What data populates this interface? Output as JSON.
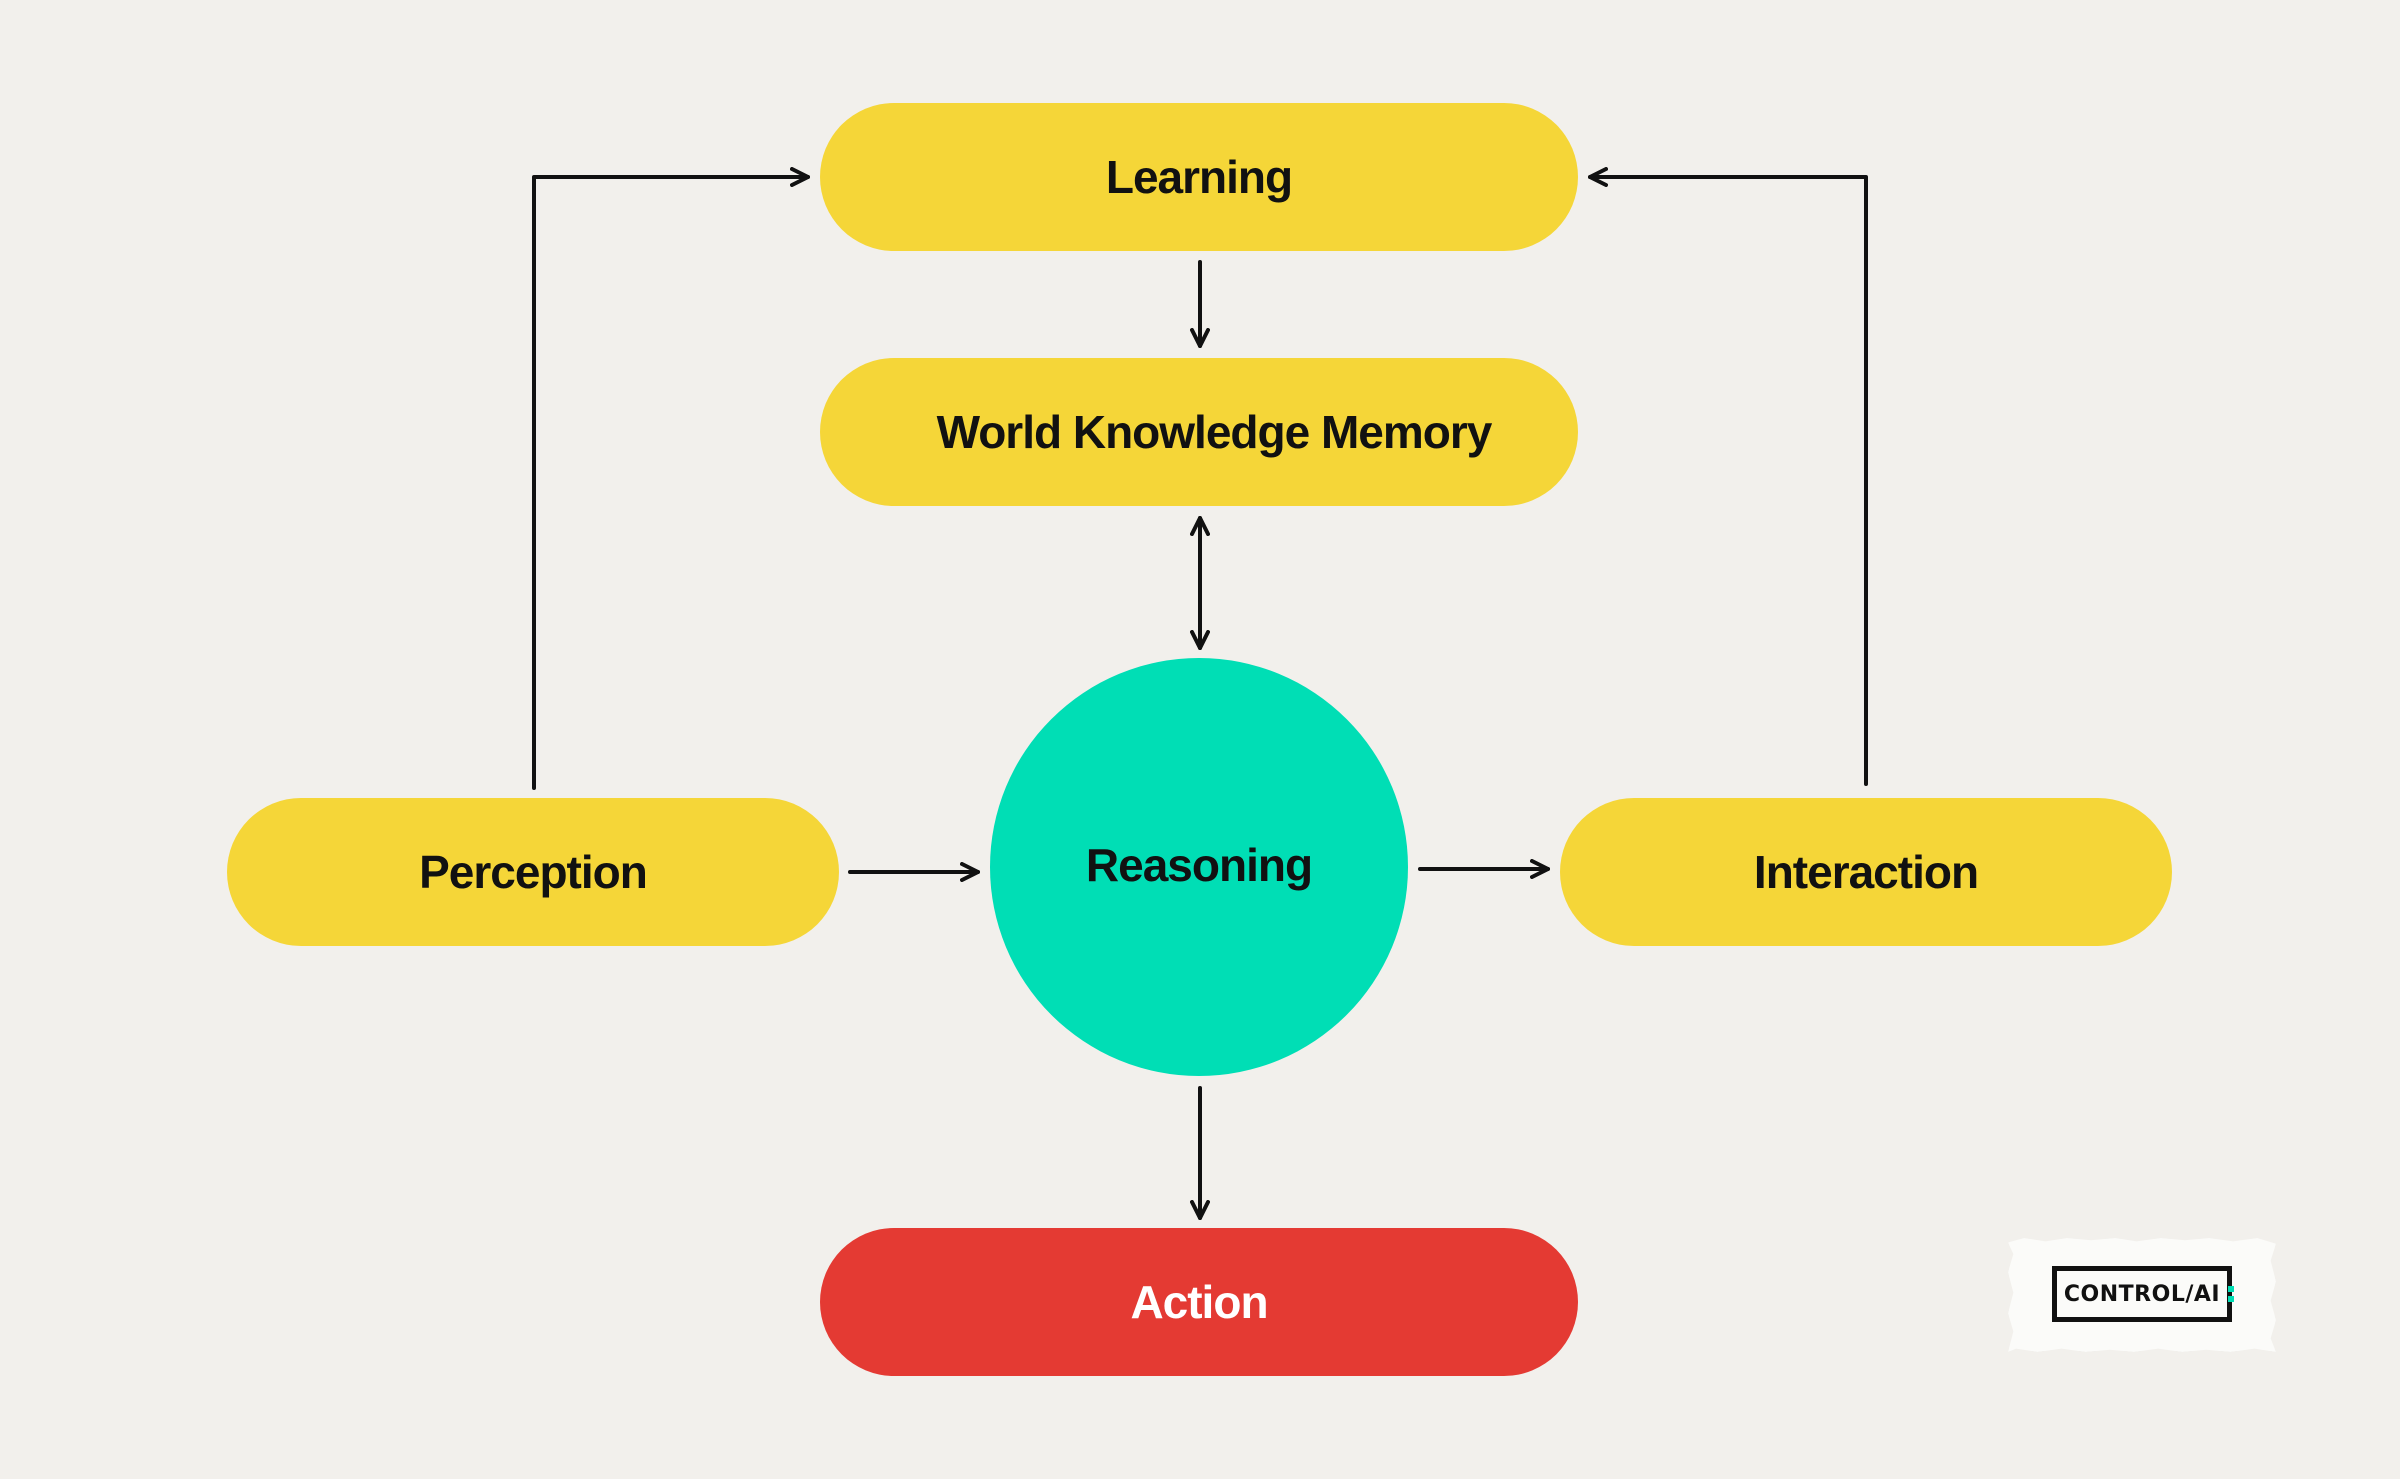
{
  "colors": {
    "background": "#f2f0ec",
    "node_yellow": "#f5d638",
    "node_teal": "#00deb5",
    "node_red": "#e43a33",
    "line": "#111111"
  },
  "diagram": {
    "nodes": {
      "learning": {
        "label": "Learning",
        "shape": "pill",
        "color": "#f5d638"
      },
      "world_knowledge_memory": {
        "label": "World Knowledge Memory",
        "shape": "pill",
        "color": "#f5d638"
      },
      "reasoning": {
        "label": "Reasoning",
        "shape": "circle",
        "color": "#00deb5"
      },
      "perception": {
        "label": "Perception",
        "shape": "pill",
        "color": "#f5d638"
      },
      "interaction": {
        "label": "Interaction",
        "shape": "pill",
        "color": "#f5d638"
      },
      "action": {
        "label": "Action",
        "shape": "pill",
        "color": "#e43a33"
      }
    },
    "edges": [
      {
        "from": "perception",
        "to": "learning",
        "direction": "forward"
      },
      {
        "from": "interaction",
        "to": "learning",
        "direction": "forward"
      },
      {
        "from": "learning",
        "to": "world_knowledge_memory",
        "direction": "forward"
      },
      {
        "from": "world_knowledge_memory",
        "to": "reasoning",
        "direction": "both"
      },
      {
        "from": "perception",
        "to": "reasoning",
        "direction": "forward"
      },
      {
        "from": "reasoning",
        "to": "interaction",
        "direction": "forward"
      },
      {
        "from": "reasoning",
        "to": "action",
        "direction": "forward"
      }
    ]
  },
  "logo": {
    "text": "CONTROL/AI",
    "accent_color": "#00deb5"
  }
}
